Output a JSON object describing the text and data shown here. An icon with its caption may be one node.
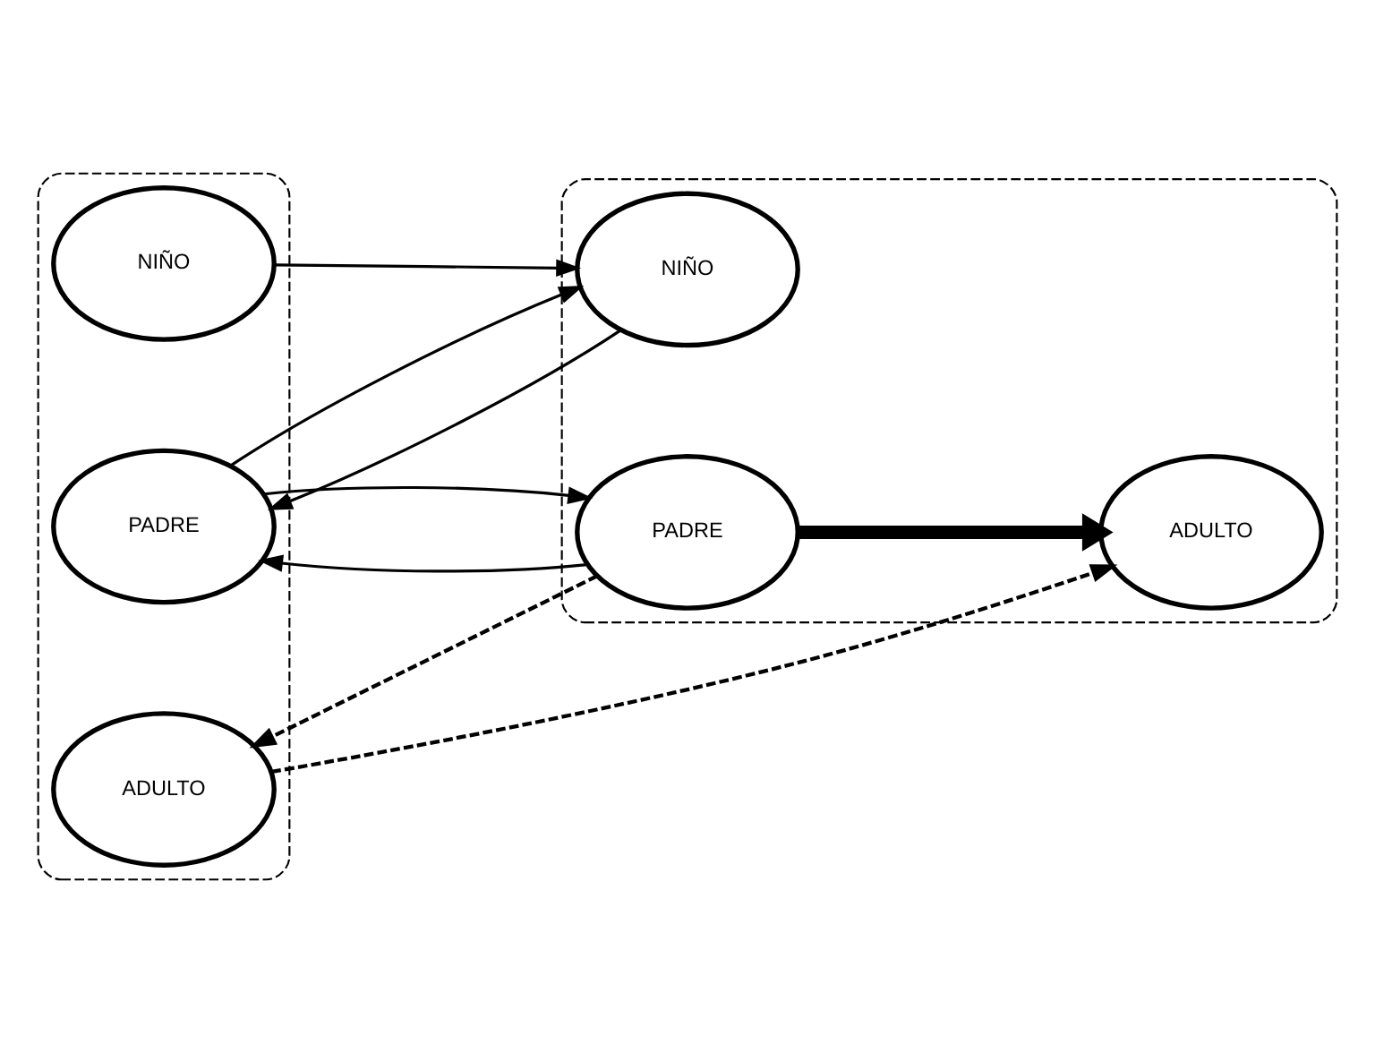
{
  "diagram": {
    "nodes": [
      {
        "text": [],
        "shape": "ellipse"
      },
      {
        "text": [
          "PADRE"
        ],
        "in": 0
      },
      {
        "text": [
          "ADULTO"
        ],
        "in": 0
      },
      {
        "text": [
          "NIÑO"
        ],
        "in": 0
      },
      {
        "text": [],
        "shape": "ellipse"
      },
      {
        "text": [
          "PADRE"
        ],
        "in": 4
      },
      {
        "text": [
          "ADULTO"
        ],
        "in": 4
      },
      {
        "text": [
          "NIÑO"
        ],
        "in": 4
      }
    ],
    "edges": [
      {
        "from": 1,
        "to": 5,
        "arrow": "to"
      },
      {
        "from": 5,
        "to": 1,
        "arrow": "to"
      },
      {
        "from": 5,
        "to": 2,
        "arrow": "to",
        "style": "dashed"
      },
      {
        "from": 2,
        "to": 6,
        "arrow": "to",
        "style": "dashed"
      },
      {
        "from": 5,
        "to": 6,
        "arrow": "to",
        "style": "thick"
      },
      {
        "from": 1,
        "to": 7,
        "arrow": "to"
      },
      {
        "from": 7,
        "to": 1,
        "arrow": "to"
      },
      {
        "from": 3,
        "to": 7,
        "arrow": "to"
      }
    ]
  }
}
